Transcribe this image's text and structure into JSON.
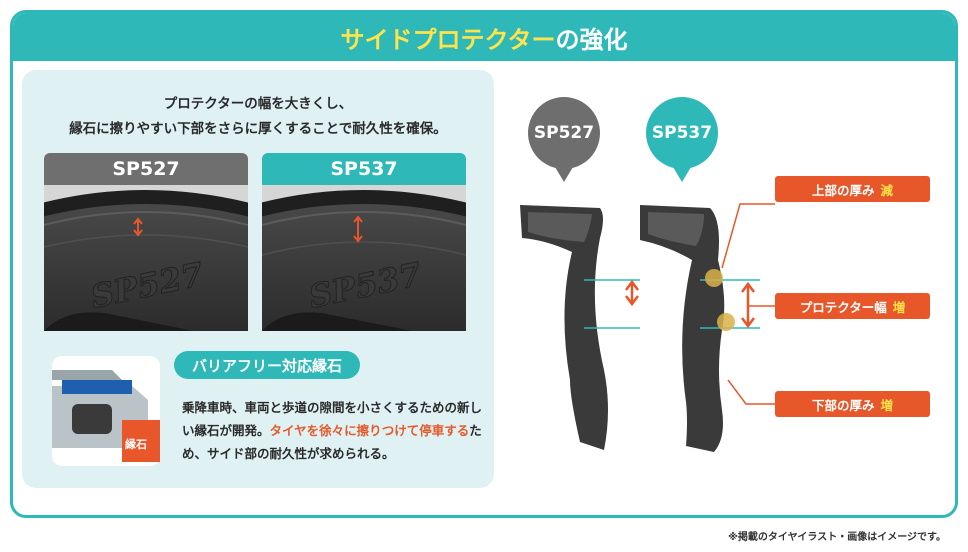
{
  "title": {
    "highlight": "サイドプロテクター",
    "rest": "の強化"
  },
  "intro": {
    "line1": "プロテクターの幅を大きくし、",
    "line2": "縁石に擦りやすい下部をさらに厚くすることで耐久性を確保。"
  },
  "cards": [
    {
      "label": "SP527",
      "sidewall_text": "SP527"
    },
    {
      "label": "SP537",
      "sidewall_text": "SP537"
    }
  ],
  "barrier_free": {
    "title": "バリアフリー対応縁石",
    "curb_label": "縁石",
    "text_1": "乗降車時、車両と歩道の隙間を小さくするための新しい縁石が開発。",
    "text_highlight": "タイヤを徐々に擦りつけて停車する",
    "text_2": "ため、サイド部の耐久性が求められる。"
  },
  "comparison": {
    "left_pin": "SP527",
    "right_pin": "SP537",
    "labels": [
      {
        "text": "上部の厚み",
        "change": "減"
      },
      {
        "text": "プロテクター幅",
        "change": "増"
      },
      {
        "text": "下部の厚み",
        "change": "増"
      }
    ]
  },
  "footnote": "※掲載のタイヤイラスト・画像はイメージです。",
  "colors": {
    "teal": "#2fb8b8",
    "orange": "#e8572a",
    "yellow": "#ffe34a",
    "gray": "#6e6e6e",
    "panel": "#dff1f3"
  }
}
